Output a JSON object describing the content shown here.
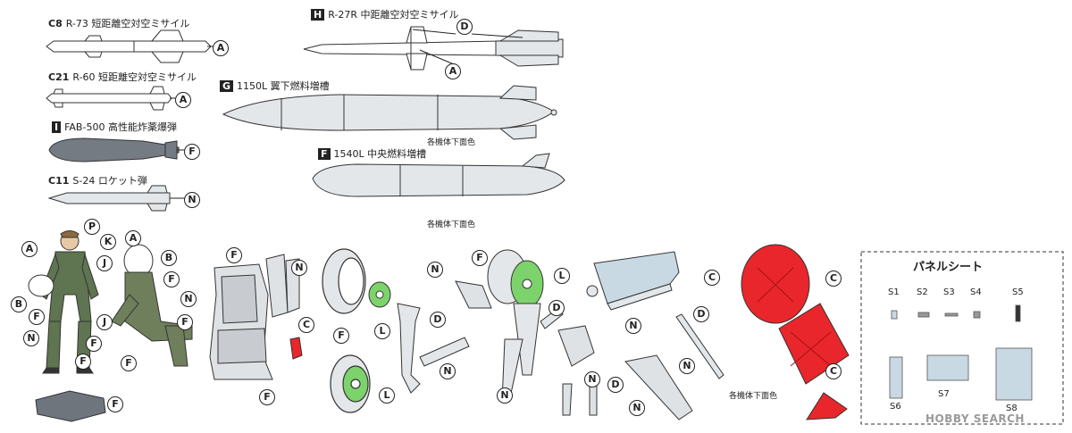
{
  "missiles": {
    "c8": {
      "code": "C8",
      "name": "R-73 短距離空対空ミサイル"
    },
    "c21": {
      "code": "C21",
      "name": "R-60 短距離空対空ミサイル"
    },
    "i": {
      "code": "I",
      "name": "FAB-500 高性能炸薬爆弾"
    },
    "c11": {
      "code": "C11",
      "name": "S-24 ロケット弾"
    },
    "h": {
      "code": "H",
      "name": "R-27R 中距離空対空ミサイル"
    },
    "g": {
      "code": "G",
      "name": "1150L 翼下燃料増槽"
    },
    "f": {
      "code": "F",
      "name": "1540L 中央燃料増槽"
    }
  },
  "notes": {
    "underside1": "各機体下面色",
    "underside2": "各機体下面色",
    "underside3": "各機体下面色"
  },
  "callouts": {
    "A": "A",
    "B": "B",
    "C": "C",
    "D": "D",
    "F": "F",
    "J": "J",
    "K": "K",
    "L": "L",
    "N": "N",
    "P": "P"
  },
  "panel_sheet": {
    "title": "パネルシート",
    "labels": [
      "S1",
      "S2",
      "S3",
      "S4",
      "S5",
      "S6",
      "S7",
      "S8"
    ]
  },
  "watermark": "HOBBY SEARCH",
  "colors": {
    "part_gray": "#e4e7ea",
    "outline": "#333333",
    "green": "#7dd36b",
    "red": "#e8262b",
    "blue_gray": "#c9d9e3"
  }
}
